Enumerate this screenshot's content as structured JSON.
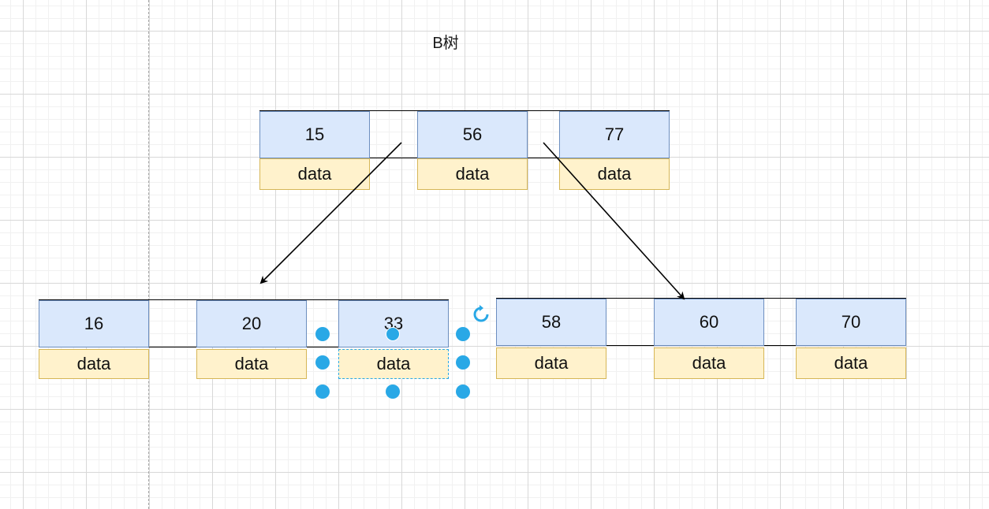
{
  "diagram": {
    "title": "B树",
    "root": {
      "keys": [
        "15",
        "56",
        "77"
      ],
      "data": [
        "data",
        "data",
        "data"
      ]
    },
    "left_child": {
      "keys": [
        "16",
        "20",
        "33"
      ],
      "data": [
        "data",
        "data",
        "data"
      ]
    },
    "right_child": {
      "keys": [
        "58",
        "60",
        "70"
      ],
      "data": [
        "data",
        "data",
        "data"
      ]
    }
  },
  "colors": {
    "key_fill": "#dae8fc",
    "key_border": "#6c8ebf",
    "data_fill": "#fff2cc",
    "data_border": "#d6b656",
    "selection": "#29a8e6"
  },
  "selection": {
    "selected_cell": "left_child.data.2",
    "icons": [
      "resize-handle-icon",
      "rotate-icon"
    ]
  }
}
